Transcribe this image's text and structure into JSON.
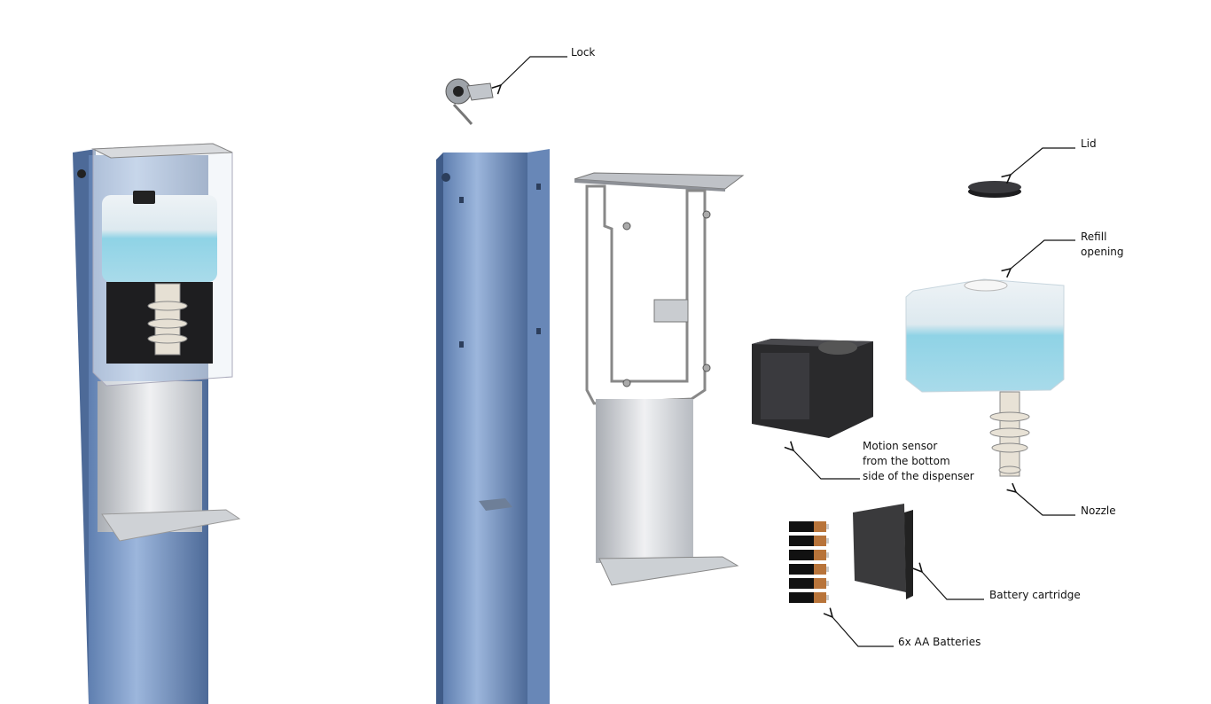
{
  "labels": {
    "lock": "Lock",
    "lid": "Lid",
    "refill_line1": "Refill",
    "refill_line2": "opening",
    "motion_line1": "Motion sensor",
    "motion_line2": "from the bottom",
    "motion_line3": "side of the dispenser",
    "nozzle": "Nozzle",
    "battery_cartridge": "Battery cartridge",
    "batteries": "6x AA Batteries"
  },
  "colors": {
    "pole_blue": "#7f9fcb",
    "pole_dark": "#4d6a98",
    "steel": "#d4d6da",
    "liquid": "#8fd3e6",
    "dark_plastic": "#2a2a2c"
  }
}
